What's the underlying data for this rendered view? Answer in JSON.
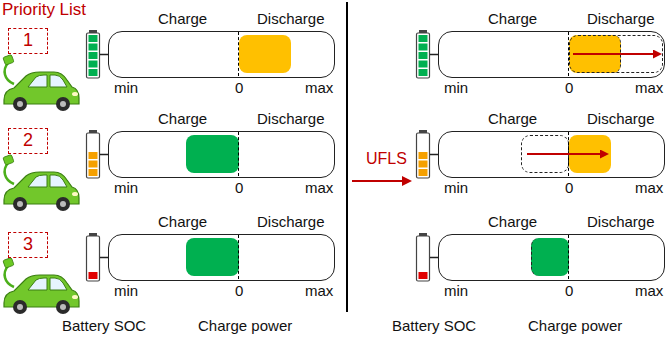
{
  "diagram": {
    "nodes": [
      {
        "text": [
          "1"
        ]
      },
      {
        "text": [
          "Charge",
          "Discharge",
          "min",
          "0",
          "max"
        ]
      },
      {
        "text": [
          "Charge",
          "Discharge",
          "min",
          "0",
          "max"
        ]
      },
      {
        "text": [
          "2"
        ]
      },
      {
        "text": [
          "Charge",
          "Discharge",
          "min",
          "0",
          "max"
        ]
      },
      {
        "text": [
          "Charge",
          "Discharge",
          "min",
          "0",
          "max"
        ]
      },
      {
        "text": [
          "3"
        ]
      },
      {
        "text": [
          "Charge",
          "Discharge",
          "min",
          "0",
          "max"
        ]
      },
      {
        "text": [
          "Charge",
          "Discharge",
          "min",
          "0",
          "max"
        ]
      }
    ],
    "labels": [
      "Priority List",
      "UFLS",
      "Battery SOC",
      "Charge power",
      "Battery SOC",
      "Charge power"
    ]
  }
}
